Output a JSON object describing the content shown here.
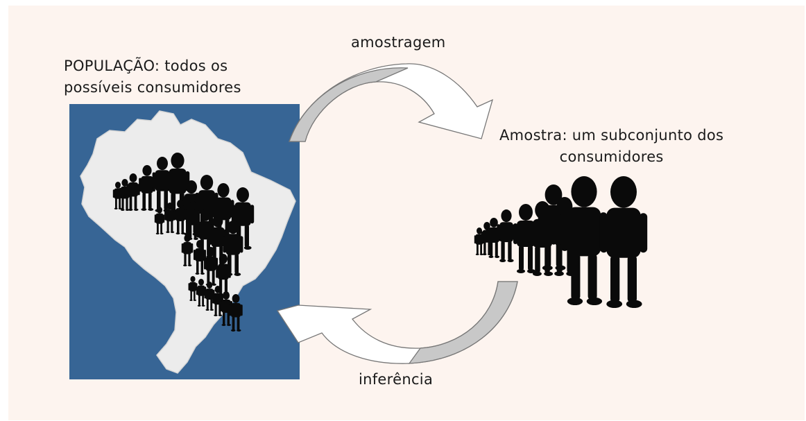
{
  "labels": {
    "population": [
      "POPULAÇÃO: todos os",
      "possíveis consumidores"
    ],
    "sampling": "amostragem",
    "sample": [
      "Amostra: um subconjunto dos",
      "consumidores"
    ],
    "inference": "inferência"
  },
  "icons": {
    "map": "brazil-map-icon",
    "crowd": "people-crowd-icon",
    "sample_people": "people-sample-icon",
    "arrow_top": "curved-arrow-right-icon",
    "arrow_bottom": "curved-arrow-left-icon"
  },
  "colors": {
    "background": "#fdf4ef",
    "map_panel": "#376595",
    "map_land": "#ececec",
    "arrow_shade": "#c8c8c8",
    "people": "#0a0a0a"
  }
}
